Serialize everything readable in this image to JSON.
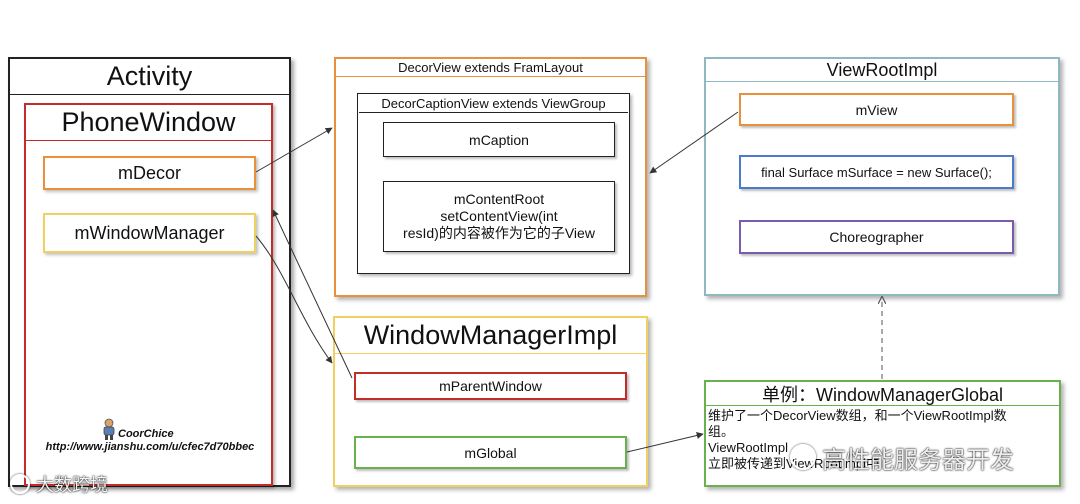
{
  "activity": {
    "title": "Activity",
    "phone_window": {
      "title": "PhoneWindow",
      "m_decor": "mDecor",
      "m_window_manager": "mWindowManager"
    },
    "author_name": "CoorChice",
    "author_url": "http://www.jianshu.com/u/cfec7d70bbec"
  },
  "decor_view": {
    "title": "DecorView extends FramLayout",
    "caption_view": {
      "title": "DecorCaptionView extends ViewGroup",
      "m_caption": "mCaption",
      "m_content_root_lines": [
        "mContentRoot",
        "setContentView(int",
        "resId)的内容被作为它的子View"
      ]
    }
  },
  "window_manager_impl": {
    "title": "WindowManagerImpl",
    "m_parent_window": "mParentWindow",
    "m_global": "mGlobal"
  },
  "view_root_impl": {
    "title": "ViewRootImpl",
    "m_view": "mView",
    "m_surface": "final Surface mSurface = new Surface();",
    "choreographer": "Choreographer"
  },
  "window_manager_global": {
    "title": "单例：WindowManagerGlobal",
    "body_lines": [
      "维护了一个DecorView数组，和一个ViewRootImpl数",
      "组。",
      "ViewRootImpl",
      "立即被传递到ViewRootImpl中"
    ]
  },
  "watermarks": {
    "left": "大数跨境",
    "right": "高性能服务器开发"
  },
  "colors": {
    "activity_border": "#222222",
    "phone_window_border": "#c42b2b",
    "decor_border": "#e8913a",
    "window_manager_yellow": "#f0d060",
    "view_root_border": "#8fb8c0",
    "global_green": "#6ab04c",
    "surface_blue": "#4a7bd0",
    "choreographer_purple": "#7a5bb0"
  }
}
